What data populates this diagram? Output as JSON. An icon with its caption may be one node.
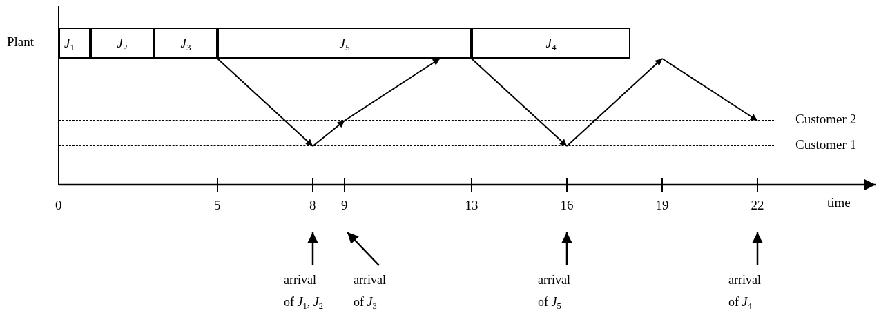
{
  "diagram": {
    "nodes": [
      {
        "text": [
          "*J*$_{1}$"
        ]
      },
      {
        "text": [
          "*J*$_{2}$"
        ]
      },
      {
        "text": [
          "*J*$_{3}$"
        ]
      },
      {
        "text": [
          "*J*$_{5}$"
        ]
      },
      {
        "text": [
          "*J*$_{4}$"
        ]
      },
      {
        "text": [],
        "shape": "line",
        "beside": [
          "Customer 2"
        ]
      },
      {
        "text": [],
        "shape": "line",
        "beside": [
          "Customer 1"
        ]
      },
      {
        "text": [
          "arrival of *J*$_{1}$, *J*$_{2}$"
        ]
      },
      {
        "text": [
          "arrival of *J*$_{3}$"
        ]
      },
      {
        "text": [
          "arrival of *J*$_{5}$"
        ]
      },
      {
        "text": [
          "arrival of *J*$_{4}$"
        ]
      }
    ],
    "edges": [
      {
        "from": 2,
        "to": 6,
        "arrow": "to"
      },
      {
        "from": 6,
        "to": 5,
        "arrow": "to"
      },
      {
        "from": 5,
        "to": 3,
        "arrow": "to"
      },
      {
        "from": 3,
        "to": 6,
        "arrow": "to"
      },
      {
        "from": 6,
        "to": null,
        "arrow": "to"
      },
      {
        "from": null,
        "to": 5,
        "arrow": "to"
      },
      {
        "from": 7,
        "to": null,
        "arrow": "to"
      },
      {
        "from": 8,
        "to": null,
        "arrow": "to"
      },
      {
        "from": 9,
        "to": null,
        "arrow": "to"
      },
      {
        "from": 10,
        "to": null,
        "arrow": "to"
      }
    ],
    "labels": [
      "Plant",
      "0",
      "5",
      "8",
      "9",
      "13",
      "16",
      "19",
      "22",
      "time"
    ]
  }
}
